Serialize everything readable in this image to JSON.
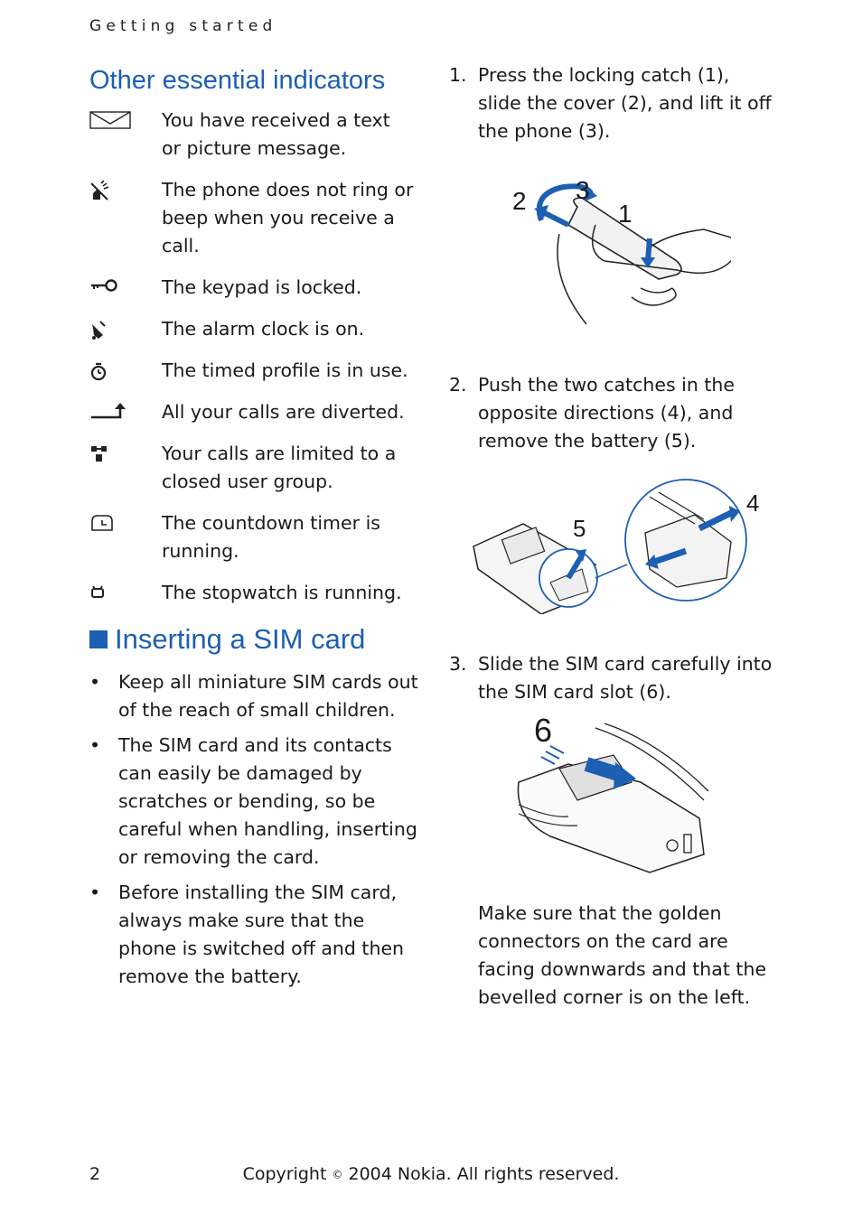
{
  "header": {
    "running_head": "Getting started"
  },
  "indicators": {
    "title": "Other essential indicators",
    "items": [
      {
        "icon": "envelope-icon",
        "text": "You have received a text or picture message."
      },
      {
        "icon": "silent-ring-icon",
        "text": "The phone does not ring or beep when you receive a call."
      },
      {
        "icon": "key-icon",
        "text": "The keypad is locked."
      },
      {
        "icon": "alarm-bell-icon",
        "text": "The alarm clock is on."
      },
      {
        "icon": "timed-profile-icon",
        "text": "The timed profile is in use."
      },
      {
        "icon": "divert-arrow-icon",
        "text": "All your calls are diverted."
      },
      {
        "icon": "closed-group-icon",
        "text": "Your calls are limited to a closed user group."
      },
      {
        "icon": "countdown-timer-icon",
        "text": "The countdown timer is running."
      },
      {
        "icon": "stopwatch-icon",
        "text": "The stopwatch is running."
      }
    ]
  },
  "sim": {
    "title": "Inserting a SIM card",
    "bullets": [
      "Keep all miniature SIM cards out of the reach of small children.",
      "The SIM card and its contacts can easily be damaged by scratches or bending, so be careful when handling, inserting or removing the card.",
      "Before installing the SIM card, always make sure that the phone is switched off and then remove the battery."
    ]
  },
  "steps": [
    {
      "num": "1.",
      "text": "Press the locking catch (1), slide the cover (2), and lift it off the phone (3).",
      "labels": [
        "2",
        "3",
        "1"
      ]
    },
    {
      "num": "2.",
      "text": "Push the two catches in the opposite directions (4), and remove the battery (5).",
      "labels": [
        "5",
        "4"
      ]
    },
    {
      "num": "3.",
      "text": "Slide the SIM card carefully into the SIM card slot (6).",
      "labels": [
        "6"
      ]
    }
  ],
  "note": "Make sure that the golden connectors on the card are facing downwards and that the bevelled corner is on the left.",
  "footer": {
    "page_number": "2",
    "copyright_pre": "Copyright ",
    "copyright_symbol": "©",
    "copyright_post": " 2004 Nokia. All rights reserved."
  },
  "colors": {
    "accent": "#1c5fb3",
    "text": "#1a1a1a"
  }
}
